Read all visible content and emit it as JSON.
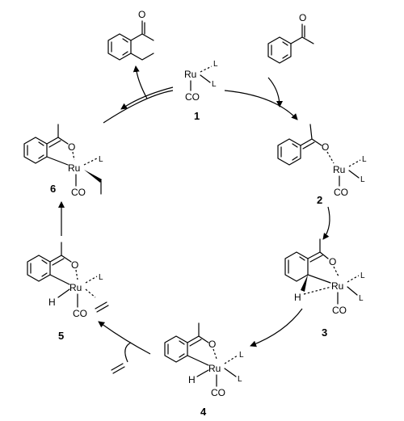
{
  "atoms": {
    "ru": "Ru",
    "ligand": "L",
    "carbonyl": "CO",
    "oxygen": "O",
    "hydride": "H"
  },
  "compounds": {
    "c1": "1",
    "c2": "2",
    "c3": "3",
    "c4": "4",
    "c5": "5",
    "c6": "6"
  }
}
